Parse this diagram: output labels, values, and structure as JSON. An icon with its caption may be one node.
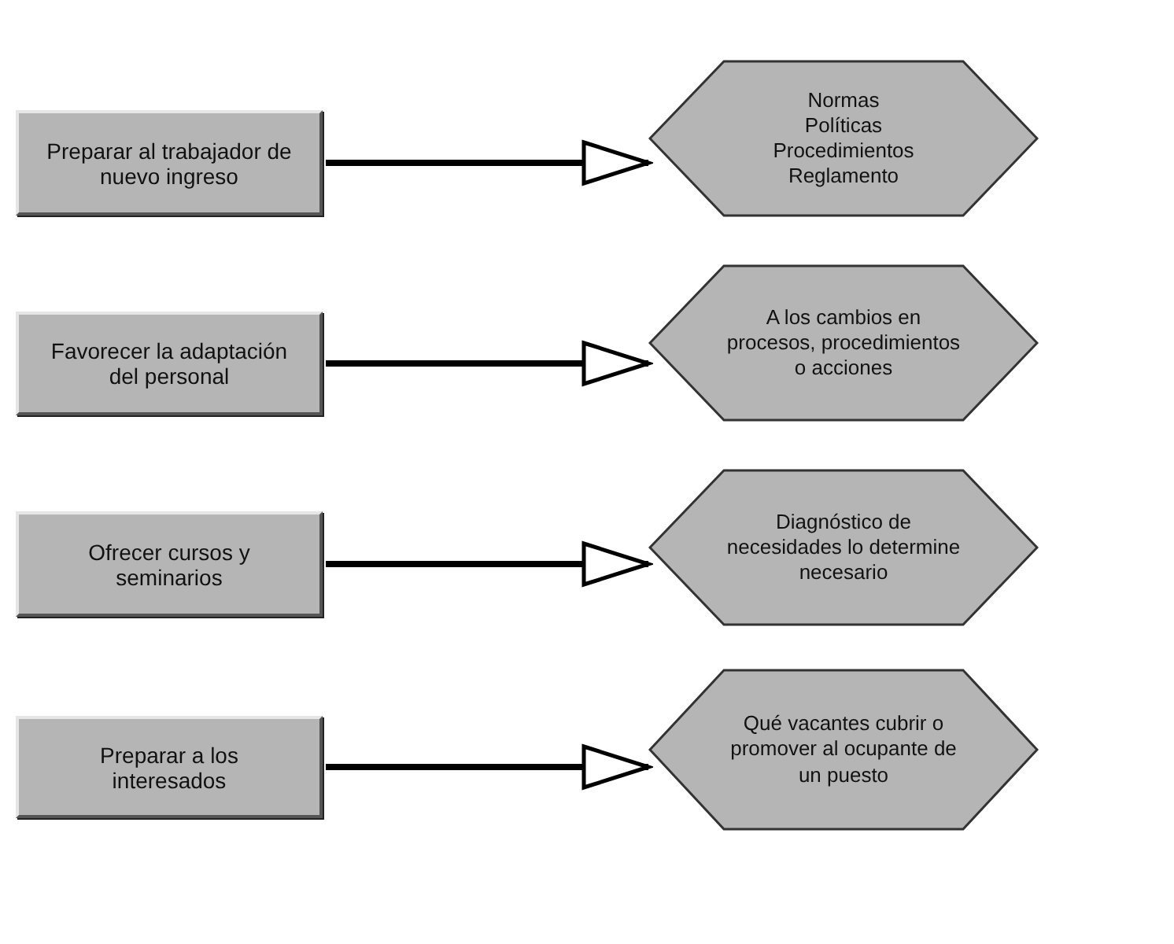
{
  "diagram": {
    "nodes": [
      {
        "text": [
          "Preparar al trabajador de nuevo ingreso"
        ]
      },
      {
        "text": [
          "Normas",
          "Políticas",
          "Procedimientos",
          "Reglamento"
        ]
      },
      {
        "text": [
          "Favorecer la adaptación del personal"
        ]
      },
      {
        "text": [
          "A los cambios en procesos, procedimientos o acciones"
        ]
      },
      {
        "text": [
          "Ofrecer cursos y seminarios"
        ]
      },
      {
        "text": [
          "Diagnóstico de necesidades lo determine necesario"
        ]
      },
      {
        "text": [
          "Preparar a los interesados"
        ]
      },
      {
        "text": [
          "Qué vacantes cubrir o promover al ocupante de un puesto"
        ]
      }
    ],
    "edges": [
      {
        "from": 0,
        "to": 1,
        "arrow": "to"
      },
      {
        "from": 2,
        "to": 3,
        "arrow": "to"
      },
      {
        "from": 4,
        "to": 5,
        "arrow": "to"
      },
      {
        "from": 6,
        "to": 7,
        "arrow": "to"
      }
    ]
  }
}
